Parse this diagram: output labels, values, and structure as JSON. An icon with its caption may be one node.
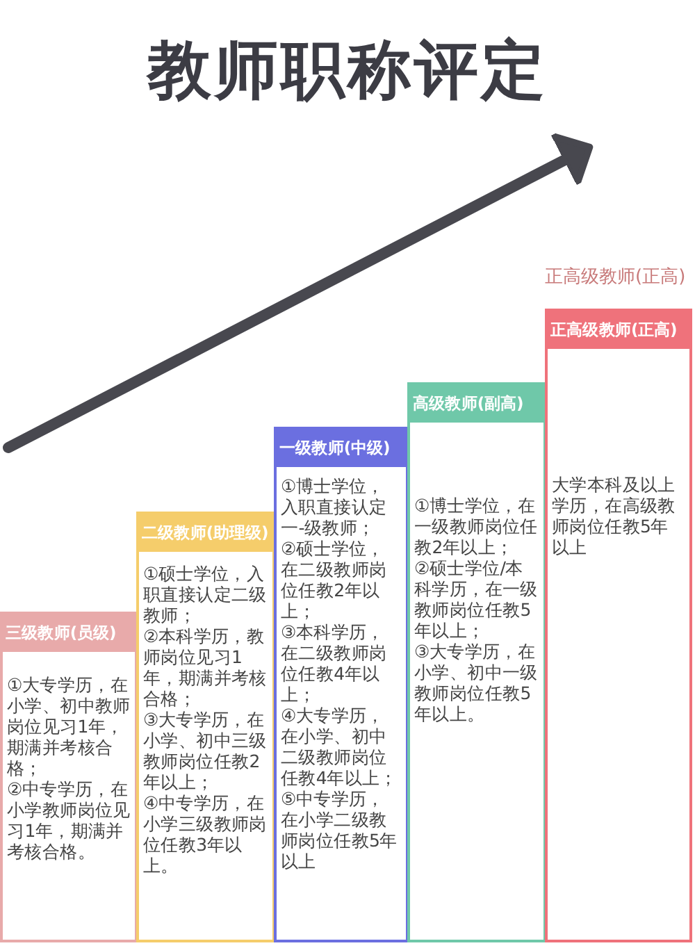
{
  "diagram": {
    "title": "教师职称评定",
    "nodes": [
      {
        "text": [
          "三级教师(员级)",
          "①大专学历，在小学、初中教师岗位见习1年，期满并考核合格；",
          "②中专学历，在小学教师岗位见习1年，期满并考核合格。"
        ]
      },
      {
        "text": [
          "二级教师(助理级)",
          "①硕士学位，入职直接认定二级教师；",
          "②本科学历，教师岗位见习1年，期满并考核合格；",
          "③大专学历，在小学、初中三级教师岗位任教2年以上；",
          "④中专学历，在小学三级教师岗位任教3年以上。"
        ]
      },
      {
        "text": [
          "一级教师(中级)",
          "①博士学位，入职直接认定一-级教师；",
          "②硕士学位，在二级教师岗位任教2年以上；",
          "③本科学历，在二级教师岗位任教4年以上；",
          "④大专学历，在小学、初中二级教师岗位任教4年以上；",
          "⑤中专学历，在小学二级教师岗位任教5年以上"
        ]
      },
      {
        "text": [
          "高级教师(副高)",
          "①博士学位，在一级教师岗位任教2年以上；",
          "②硕士学位/本科学历，在一级教师岗位任教5年以上；",
          "③大专学历，在小学、初中一级教师岗位任教5年以上。"
        ]
      },
      {
        "text": [
          "正高级教师(正高)",
          "大学本科及以上学历，在高级教师岗位任教5年以上"
        ]
      }
    ],
    "edges": [],
    "labels": [
      "正高级教师(正高)"
    ]
  }
}
